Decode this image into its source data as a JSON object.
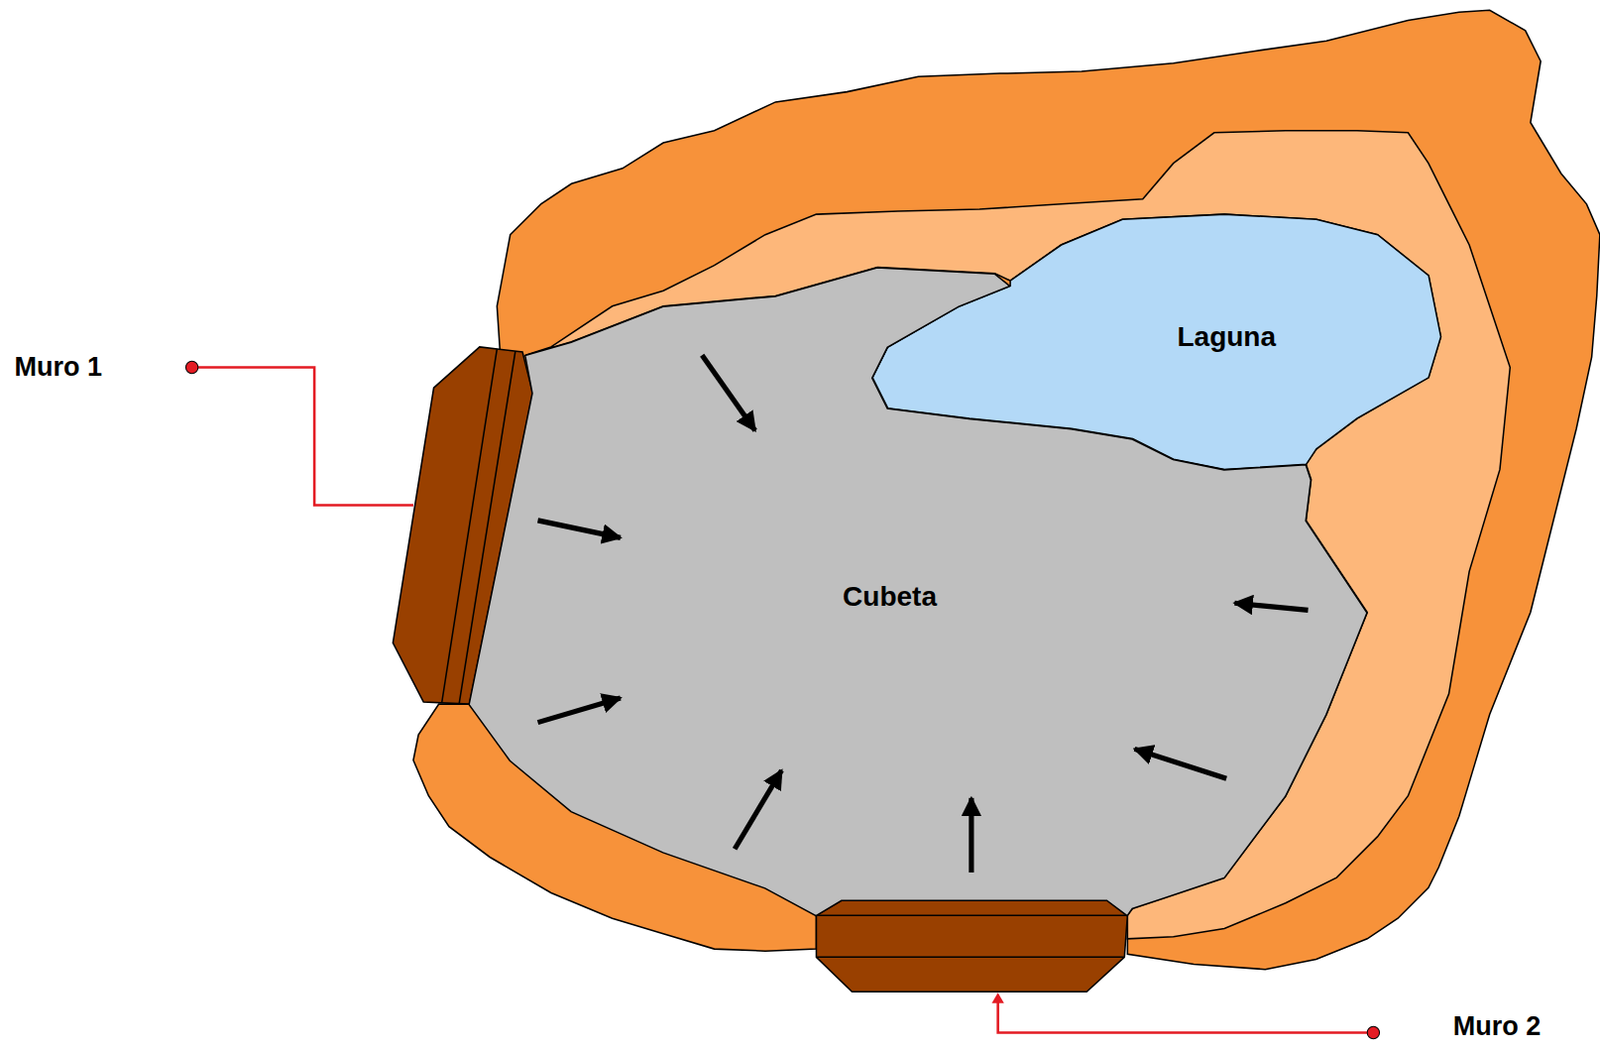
{
  "diagram": {
    "nodes": [
      {
        "text": [
          "Laguna"
        ]
      },
      {
        "text": [
          "Cubeta"
        ]
      }
    ],
    "labels": [
      "Muro 1",
      "Muro 2"
    ]
  }
}
